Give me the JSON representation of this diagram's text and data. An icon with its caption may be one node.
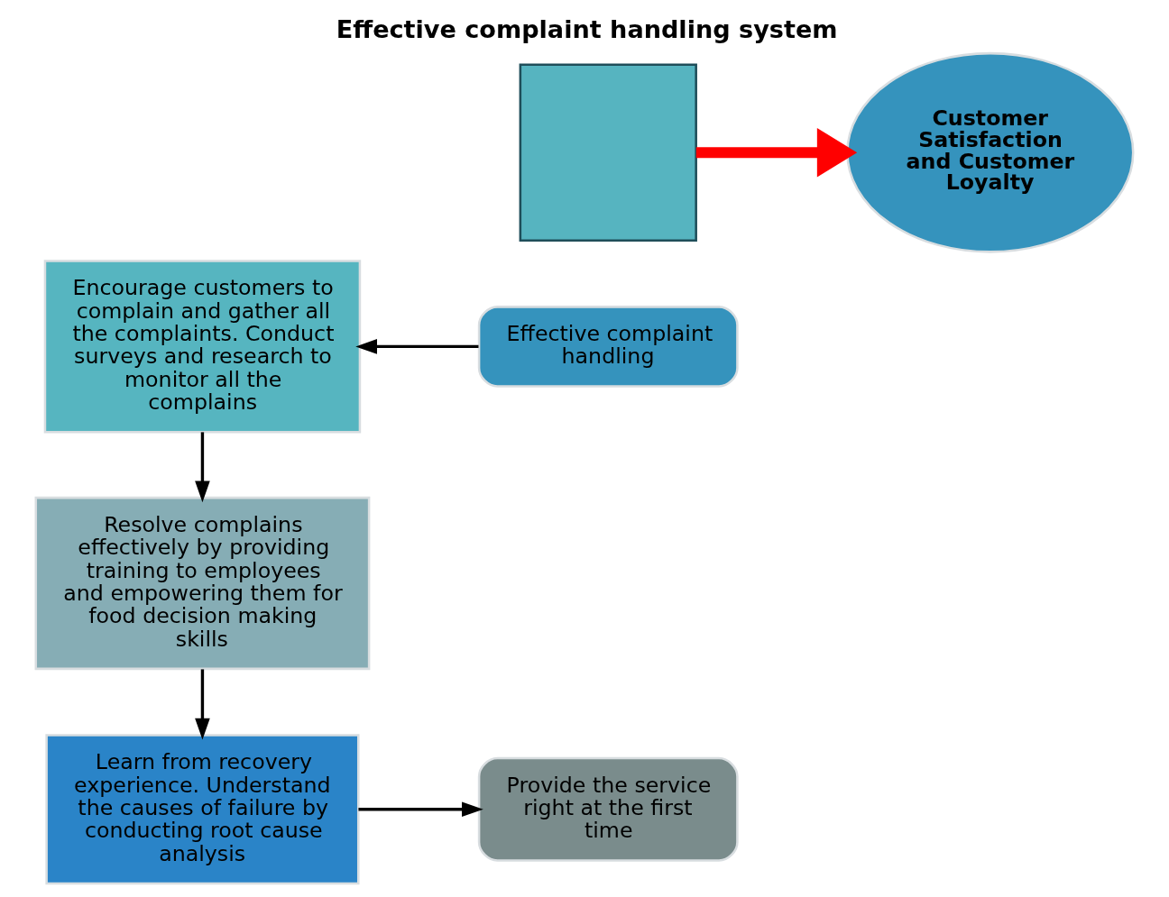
{
  "diagram": {
    "title": "Effective complaint handling system",
    "nodes": [
      {
        "text": [
          "Learn from recovery experience. Understand the causes of failure by conducting root cause analysis"
        ]
      },
      {
        "text": [
          "Provide the service right at the first time"
        ]
      },
      {
        "text": [
          "Resolve complains effectively by providing training to employees and empowering them for food decision making skills"
        ]
      },
      {
        "text": [],
        "shape": "plus"
      },
      {
        "text": [
          "Customer Satisfaction and Customer Loyalty"
        ]
      },
      {
        "text": [
          "Encourage customers to complain and gather all the complaints. Conduct surveys and research to monitor all the complains"
        ]
      },
      {
        "text": [
          "Effective complaint handling"
        ]
      }
    ],
    "edges": [
      {
        "from": 0,
        "to": 1,
        "arrow": "to"
      },
      {
        "from": 2,
        "to": 0,
        "arrow": "to"
      },
      {
        "from": 3,
        "to": 4,
        "arrow": "to",
        "style": "thick",
        "color": "#ff0000"
      },
      {
        "from": 5,
        "to": 2,
        "arrow": "to"
      },
      {
        "from": 6,
        "to": 5,
        "arrow": "to"
      }
    ]
  }
}
